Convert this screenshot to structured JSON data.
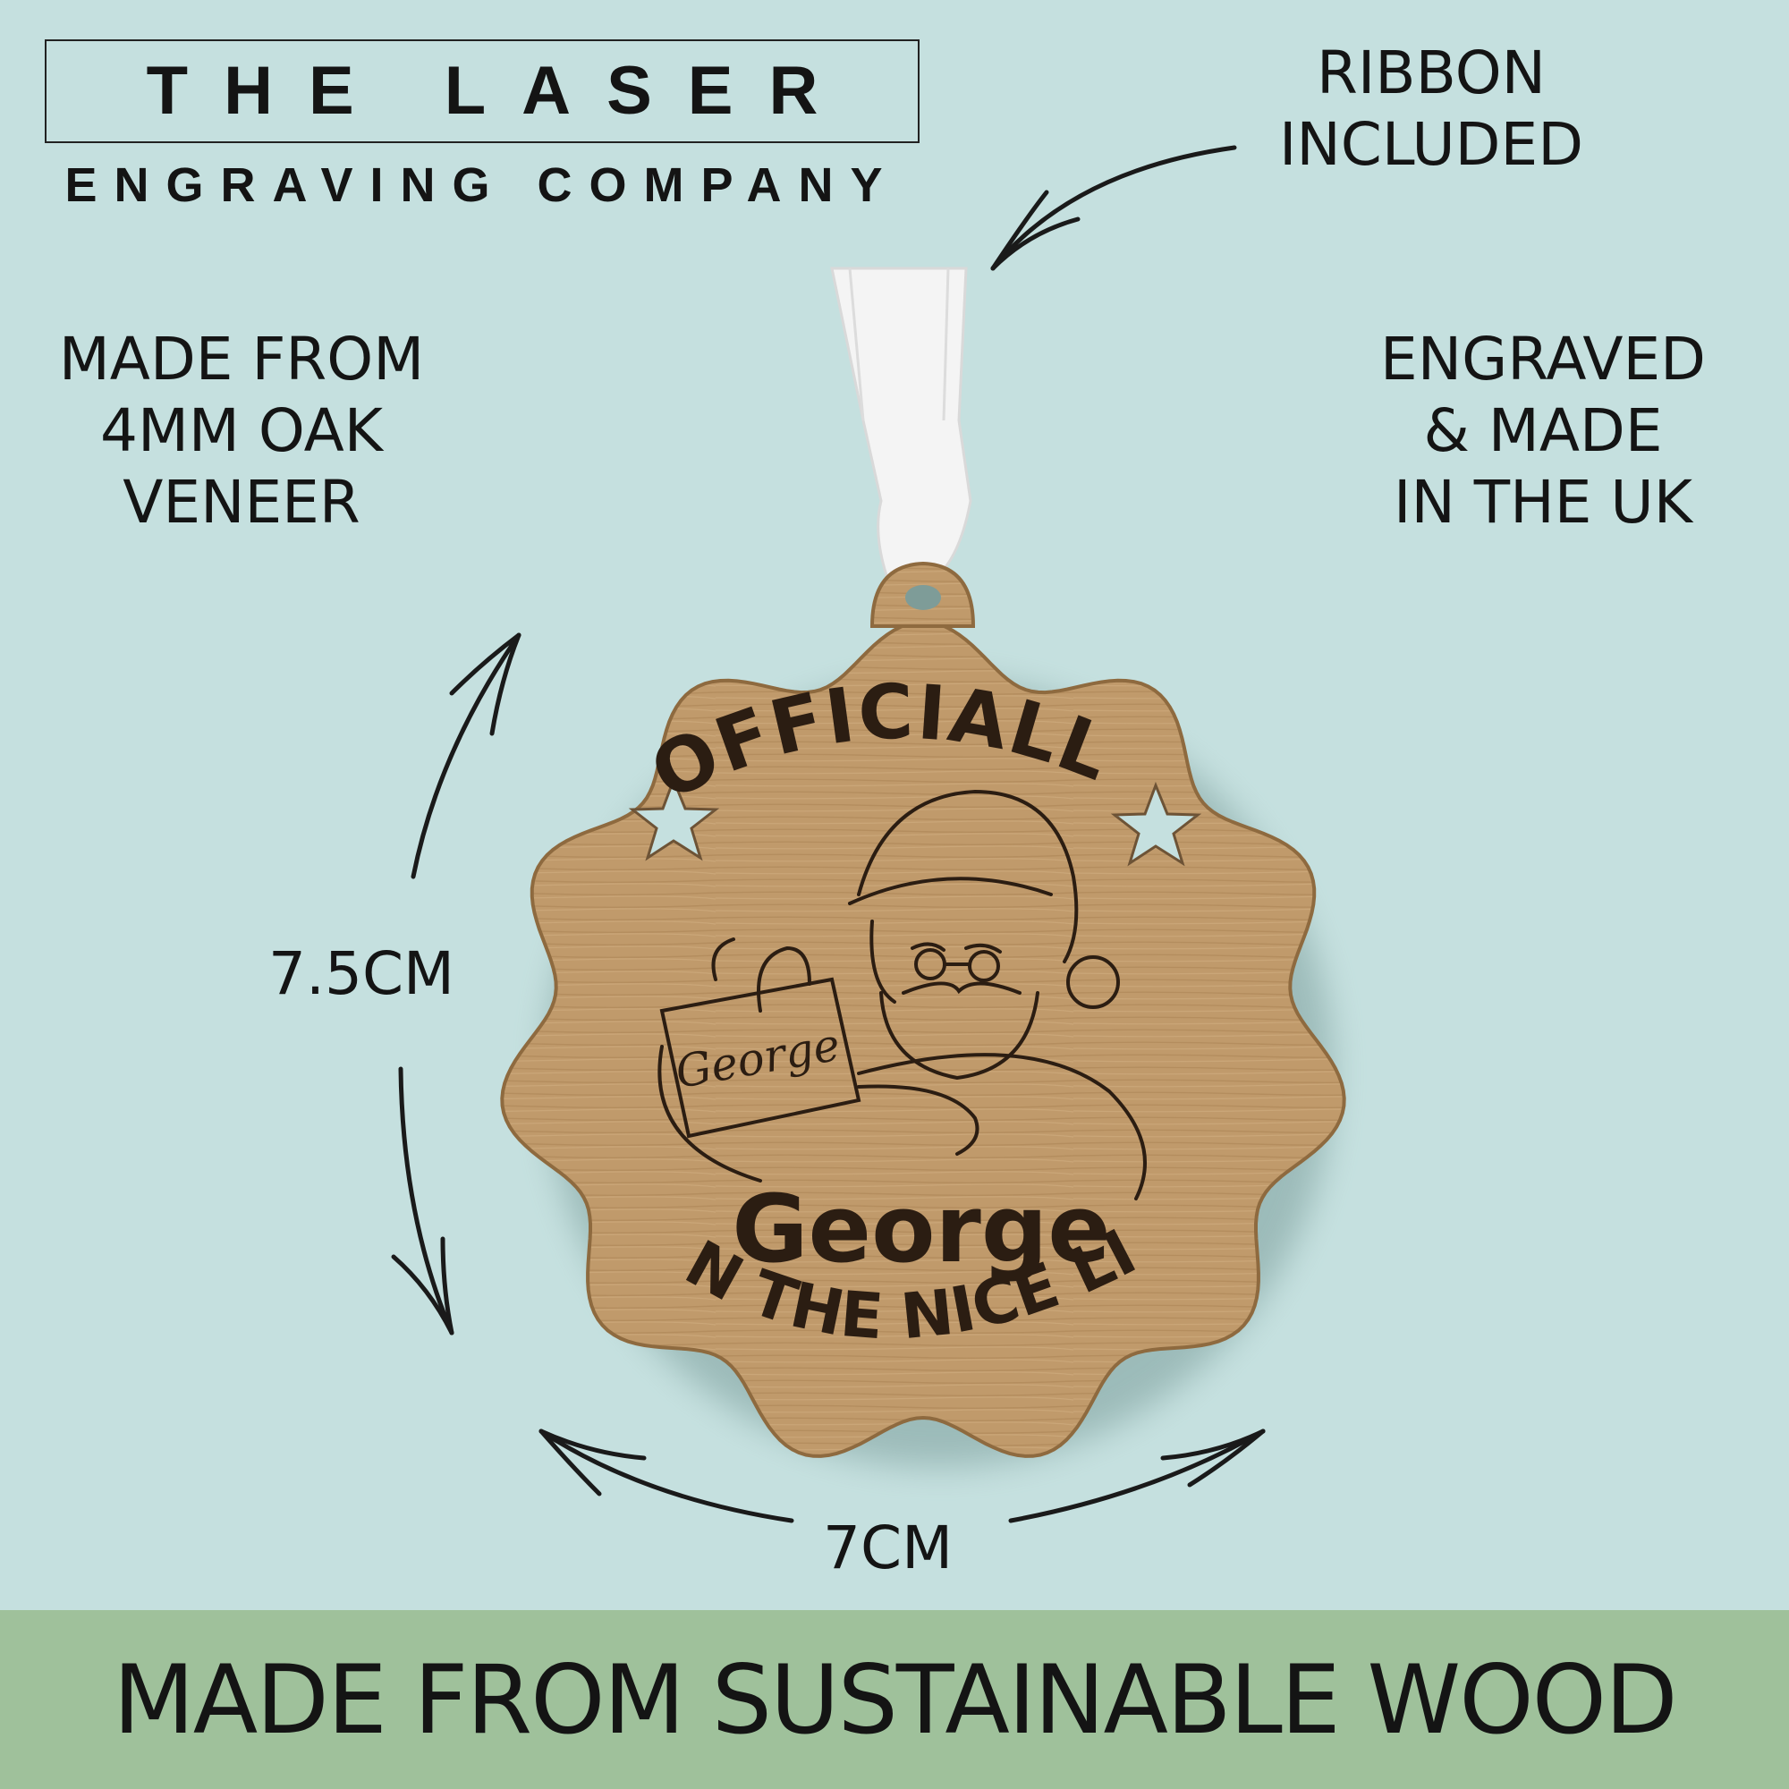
{
  "brand": {
    "line1": "THE LASER",
    "line2": "ENGRAVING COMPANY"
  },
  "features": {
    "ribbon": "RIBBON\nINCLUDED",
    "material": "MADE FROM\n4MM OAK\nVENEER",
    "origin": "ENGRAVED\n& MADE\nIN THE UK"
  },
  "dimensions": {
    "height": "7.5CM",
    "width": "7CM"
  },
  "ornament": {
    "top_text": "OFFICIALLY",
    "name": "George",
    "name_on_list": "George",
    "bottom_text": "ON THE NICE LIST"
  },
  "banner": {
    "text": "MADE FROM SUSTAINABLE WOOD"
  },
  "colors": {
    "background": "#c5e0df",
    "banner": "#9fc19b",
    "wood": "#c09a6b",
    "engraving": "#2b1d12"
  }
}
